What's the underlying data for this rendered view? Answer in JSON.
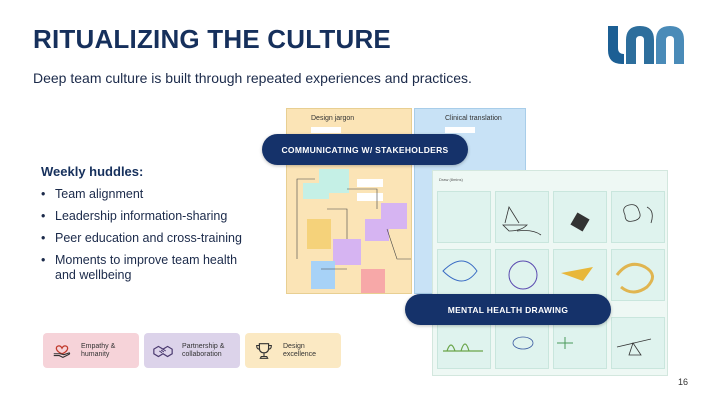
{
  "slide": {
    "title": "RITUALIZING THE CULTURE",
    "subtitle": "Deep team culture is built through repeated experiences and practices.",
    "page_number": "16"
  },
  "huddles": {
    "heading": "Weekly huddles:",
    "items": [
      "Team alignment",
      "Leadership information-sharing",
      "Peer education and cross-training",
      "Moments to improve team health and wellbeing"
    ]
  },
  "values": [
    {
      "label": "Empathy &\nhumanity",
      "icon": "heart-hand-icon",
      "color": "#f6d3d9"
    },
    {
      "label": "Partnership &\ncollaboration",
      "icon": "handshake-icon",
      "color": "#dcd3ea"
    },
    {
      "label": "Design\nexcellence",
      "icon": "trophy-icon",
      "color": "#fbe9c3"
    }
  ],
  "boards": {
    "left_heading": "Design jargon",
    "right_heading": "Clinical translation",
    "drawing_heading": "Draw (8mins)"
  },
  "pills": {
    "stakeholders": "COMMUNICATING W/ STAKEHOLDERS",
    "drawing": "MENTAL HEALTH DRAWING"
  },
  "colors": {
    "navy": "#16305c",
    "pill": "#15326a",
    "logo_blue": "#2d6e9c"
  }
}
